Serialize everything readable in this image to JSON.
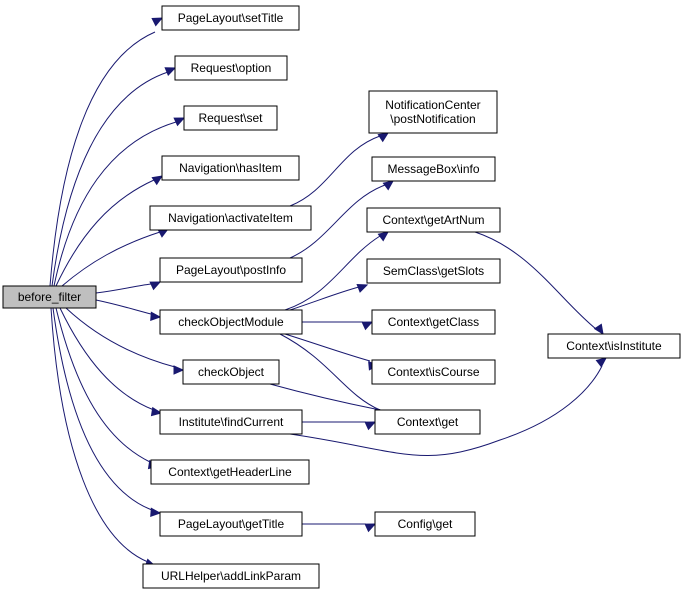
{
  "colors": {
    "edge": "#191970",
    "root_fill": "#bfbfbf",
    "node_fill": "#ffffff",
    "node_border": "#000000"
  },
  "nodes": [
    {
      "id": "before_filter",
      "lines": [
        "before_filter"
      ],
      "root": true
    },
    {
      "id": "pagelayout_settitle",
      "lines": [
        "PageLayout\\setTitle"
      ]
    },
    {
      "id": "request_option",
      "lines": [
        "Request\\option"
      ]
    },
    {
      "id": "request_set",
      "lines": [
        "Request\\set"
      ]
    },
    {
      "id": "navigation_hasitem",
      "lines": [
        "Navigation\\hasItem"
      ]
    },
    {
      "id": "navigation_activateitem",
      "lines": [
        "Navigation\\activateItem"
      ]
    },
    {
      "id": "pagelayout_postinfo",
      "lines": [
        "PageLayout\\postInfo"
      ]
    },
    {
      "id": "checkobjectmodule",
      "lines": [
        "checkObjectModule"
      ]
    },
    {
      "id": "checkobject",
      "lines": [
        "checkObject"
      ]
    },
    {
      "id": "institute_findcurrent",
      "lines": [
        "Institute\\findCurrent"
      ]
    },
    {
      "id": "context_getheaderline",
      "lines": [
        "Context\\getHeaderLine"
      ]
    },
    {
      "id": "pagelayout_gettitle",
      "lines": [
        "PageLayout\\getTitle"
      ]
    },
    {
      "id": "urlhelper_addlinkparam",
      "lines": [
        "URLHelper\\addLinkParam"
      ]
    },
    {
      "id": "notificationcenter_postnotification",
      "lines": [
        "NotificationCenter",
        "\\postNotification"
      ]
    },
    {
      "id": "messagebox_info",
      "lines": [
        "MessageBox\\info"
      ]
    },
    {
      "id": "context_getartnum",
      "lines": [
        "Context\\getArtNum"
      ]
    },
    {
      "id": "semclass_getslots",
      "lines": [
        "SemClass\\getSlots"
      ]
    },
    {
      "id": "context_getclass",
      "lines": [
        "Context\\getClass"
      ]
    },
    {
      "id": "context_iscourse",
      "lines": [
        "Context\\isCourse"
      ]
    },
    {
      "id": "context_get",
      "lines": [
        "Context\\get"
      ]
    },
    {
      "id": "config_get",
      "lines": [
        "Config\\get"
      ]
    },
    {
      "id": "context_isinstitute",
      "lines": [
        "Context\\isInstitute"
      ]
    }
  ],
  "edges": [
    {
      "from": "before_filter",
      "to": "pagelayout_settitle"
    },
    {
      "from": "before_filter",
      "to": "request_option"
    },
    {
      "from": "before_filter",
      "to": "request_set"
    },
    {
      "from": "before_filter",
      "to": "navigation_hasitem"
    },
    {
      "from": "before_filter",
      "to": "navigation_activateitem"
    },
    {
      "from": "before_filter",
      "to": "pagelayout_postinfo"
    },
    {
      "from": "before_filter",
      "to": "checkobjectmodule"
    },
    {
      "from": "before_filter",
      "to": "checkobject"
    },
    {
      "from": "before_filter",
      "to": "institute_findcurrent"
    },
    {
      "from": "before_filter",
      "to": "context_getheaderline"
    },
    {
      "from": "before_filter",
      "to": "pagelayout_gettitle"
    },
    {
      "from": "before_filter",
      "to": "urlhelper_addlinkparam"
    },
    {
      "from": "navigation_activateitem",
      "to": "notificationcenter_postnotification"
    },
    {
      "from": "pagelayout_postinfo",
      "to": "messagebox_info"
    },
    {
      "from": "checkobjectmodule",
      "to": "context_getartnum"
    },
    {
      "from": "checkobjectmodule",
      "to": "semclass_getslots"
    },
    {
      "from": "checkobjectmodule",
      "to": "context_getclass"
    },
    {
      "from": "checkobjectmodule",
      "to": "context_iscourse"
    },
    {
      "from": "checkobjectmodule",
      "to": "context_get"
    },
    {
      "from": "checkobject",
      "to": "context_get"
    },
    {
      "from": "institute_findcurrent",
      "to": "context_get"
    },
    {
      "from": "institute_findcurrent",
      "to": "context_isinstitute"
    },
    {
      "from": "context_getartnum",
      "to": "context_isinstitute"
    },
    {
      "from": "pagelayout_gettitle",
      "to": "config_get"
    }
  ]
}
